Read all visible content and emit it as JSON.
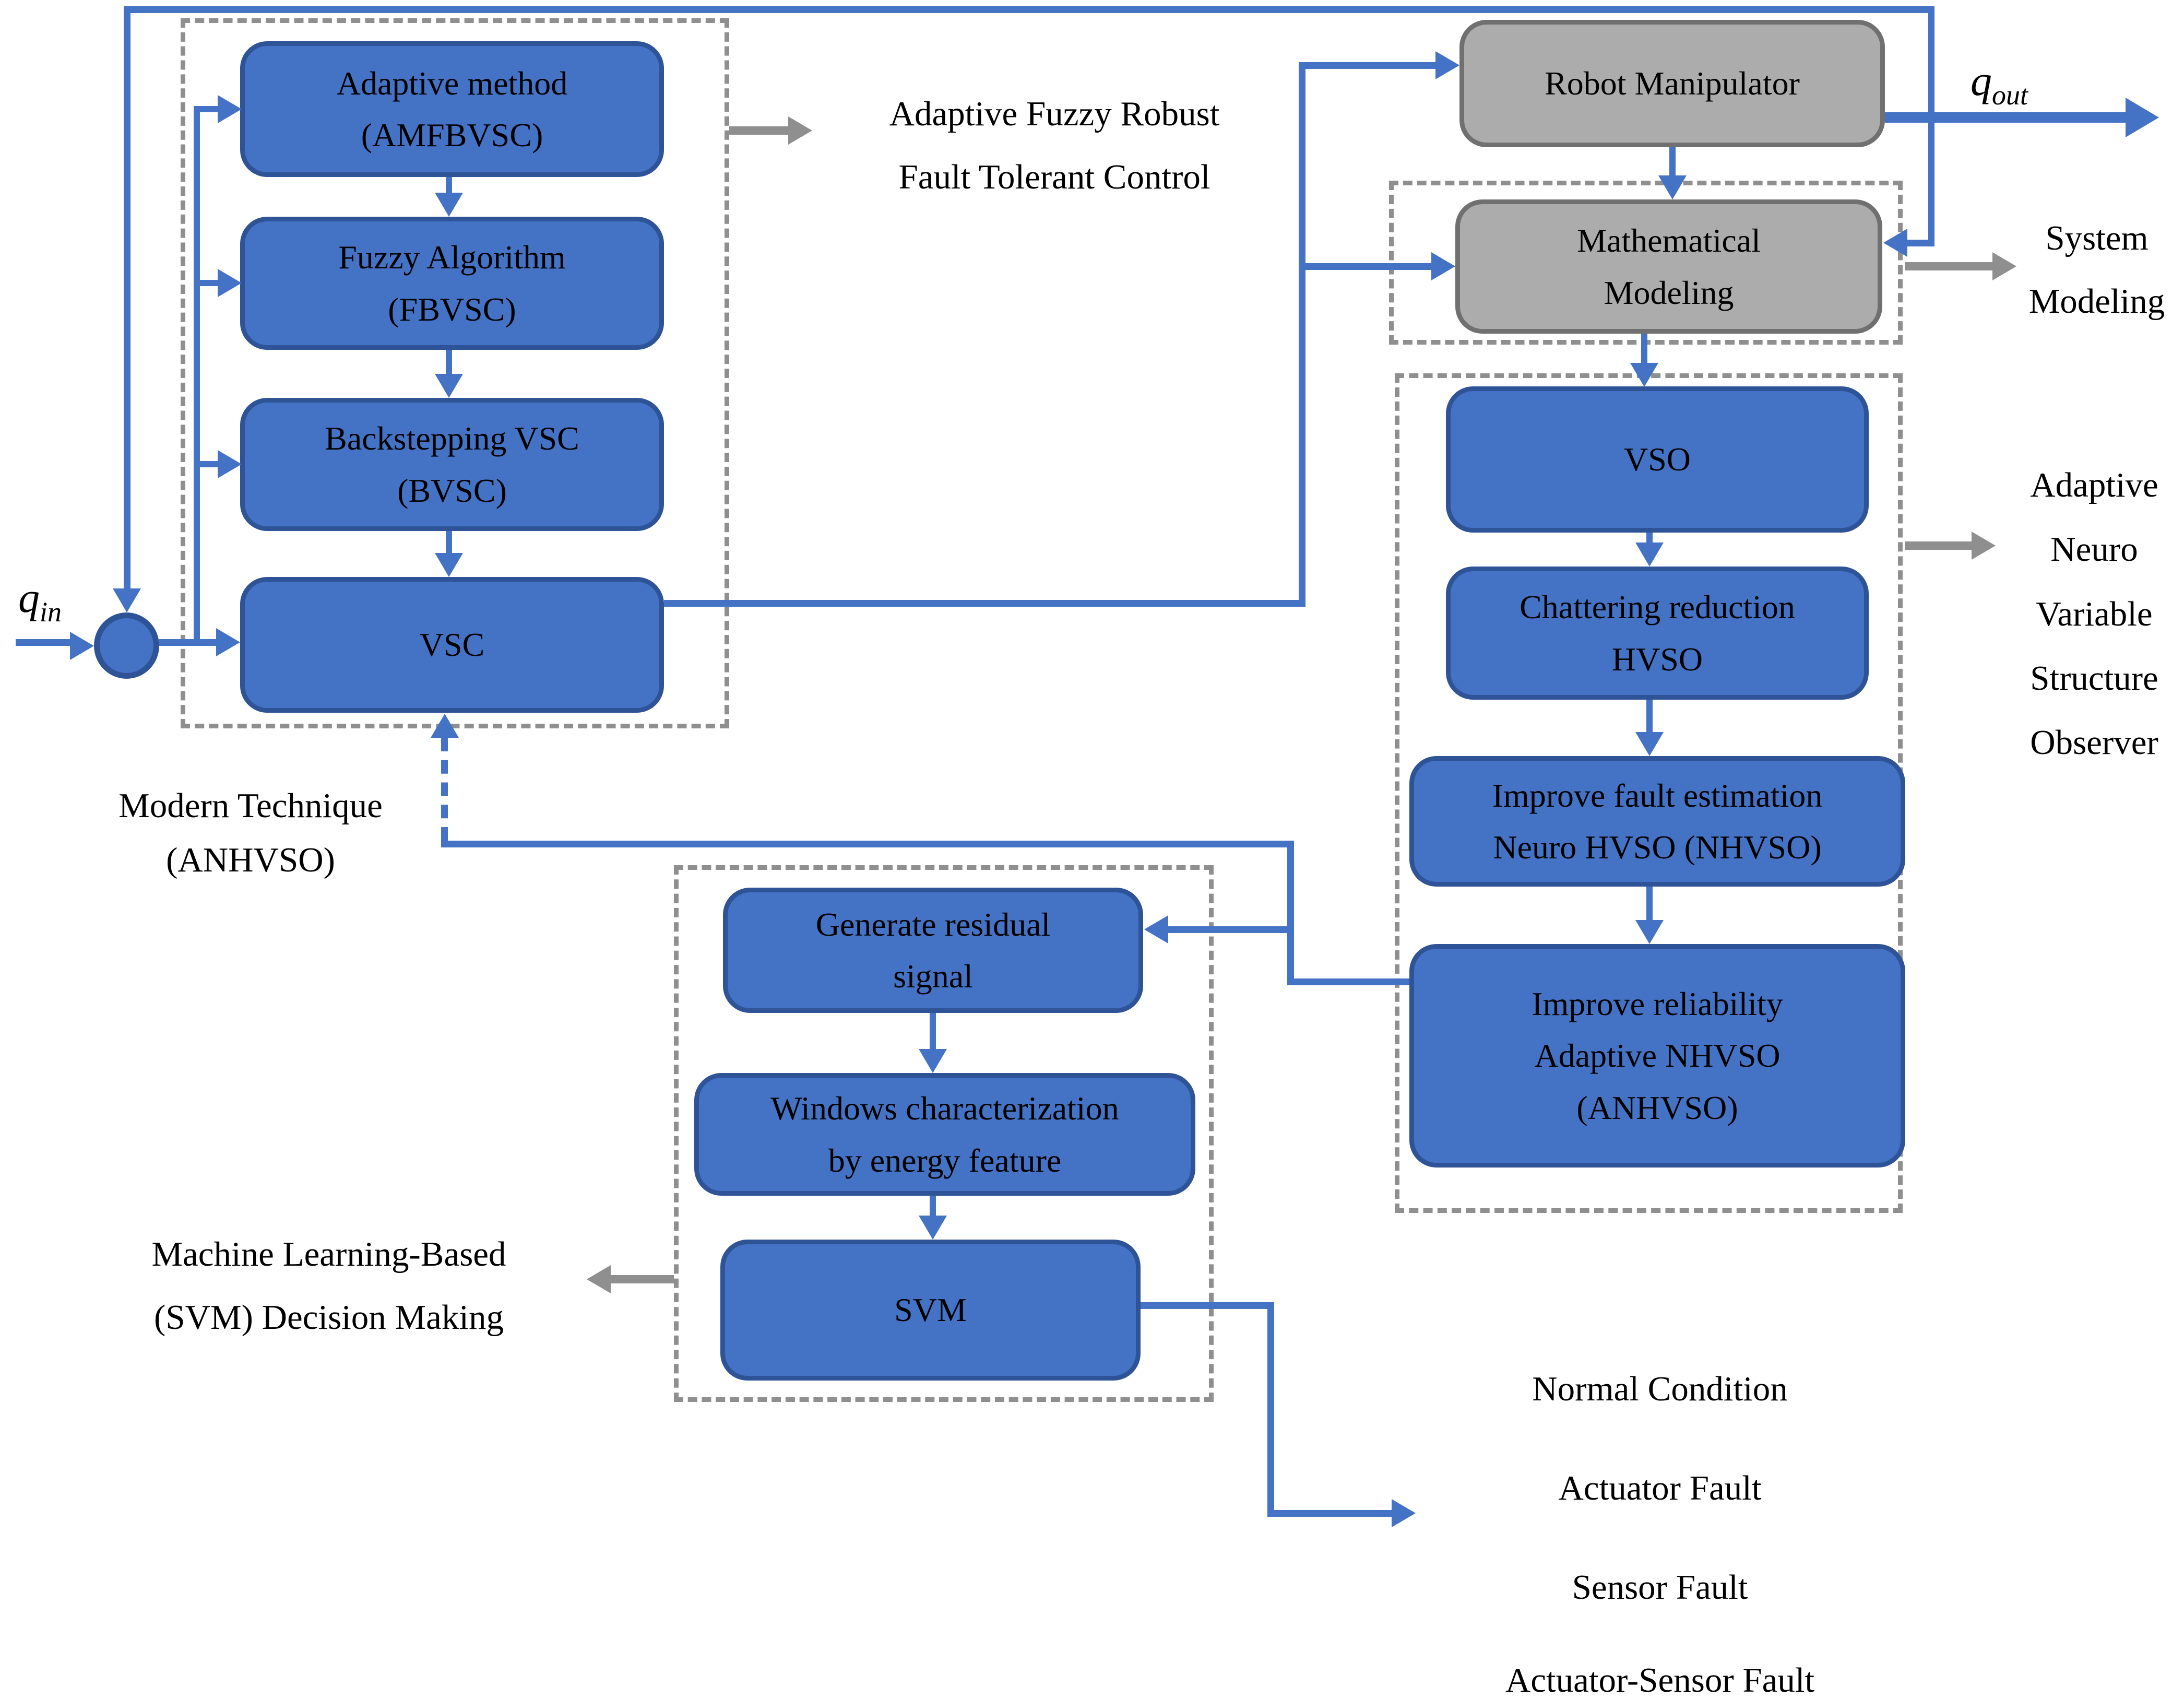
{
  "boxes": {
    "adaptive_method": "Adaptive method\n(AMFBVSC)",
    "fuzzy": "Fuzzy Algorithm\n(FBVSC)",
    "backstepping": "Backstepping VSC\n(BVSC)",
    "vsc": "VSC",
    "robot_manipulator": "Robot Manipulator",
    "math_modeling": "Mathematical\nModeling",
    "vso": "VSO",
    "chattering": "Chattering reduction\nHVSO",
    "nhvso": "Improve fault estimation\nNeuro HVSO (NHVSO)",
    "anhvso": "Improve reliability\nAdaptive NHVSO\n(ANHVSO)",
    "gen_residual": "Generate residual\nsignal",
    "windows": "Windows characterization\nby energy feature",
    "svm": "SVM"
  },
  "labels": {
    "afrftc": "Adaptive Fuzzy Robust\nFault Tolerant Control",
    "system_modeling": "System\nModeling",
    "observer": "Adaptive\nNeuro\nVariable\nStructure\nObserver",
    "modern_technique": "Modern Technique\n(ANHVSO)",
    "ml_decision": "Machine Learning-Based\n(SVM) Decision Making"
  },
  "outcomes": [
    "Normal Condition",
    "Actuator Fault",
    "Sensor Fault",
    "Actuator-Sensor Fault"
  ],
  "signals": {
    "qin_base": "q",
    "qin_sub": "in",
    "qout_base": "q",
    "qout_sub": "out"
  },
  "colors": {
    "node_blue": "#4472C4",
    "node_blue_border": "#2E5396",
    "node_gray": "#ACACAC",
    "node_gray_border": "#707070",
    "connector_blue": "#4472C4",
    "connector_gray": "#8F8F8F",
    "frame_dashed_gray": "#8F8F8F",
    "text": "#000000",
    "background": "#FFFFFF"
  }
}
